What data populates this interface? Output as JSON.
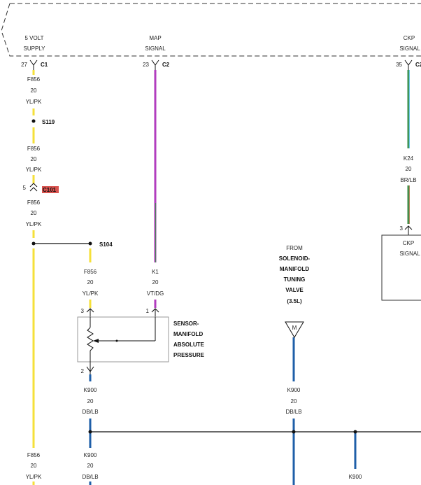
{
  "pcm_header": {
    "five_volt_line1": "5 VOLT",
    "five_volt_line2": "SUPPLY",
    "map_line1": "MAP",
    "map_line2": "SIGNAL",
    "ckp_line1": "CKP",
    "ckp_line2": "SIGNAL"
  },
  "pins": {
    "c1_num": "27",
    "c1_label": "C1",
    "c2_num": "23",
    "c2_label": "C2",
    "c3_num": "35",
    "c3_label": "C2"
  },
  "wires": {
    "f856_a": {
      "circuit": "F856",
      "gauge": "20",
      "color": "YL/PK"
    },
    "f856_b": {
      "circuit": "F856",
      "gauge": "20",
      "color": "YL/PK"
    },
    "f856_c": {
      "circuit": "F856",
      "gauge": "20",
      "color": "YL/PK"
    },
    "f856_d": {
      "circuit": "F856",
      "gauge": "20",
      "color": "YL/PK"
    },
    "f856_e": {
      "circuit": "F856",
      "gauge": "20",
      "color": "YL/PK"
    },
    "k1": {
      "circuit": "K1",
      "gauge": "20",
      "color": "VT/DG"
    },
    "k24": {
      "circuit": "K24",
      "gauge": "20",
      "color": "BR/LB"
    },
    "k900_a": {
      "circuit": "K900",
      "gauge": "20",
      "color": "DB/LB"
    },
    "k900_b": {
      "circuit": "K900",
      "gauge": "20",
      "color": "DB/LB"
    },
    "k900_c": {
      "circuit": "K900",
      "gauge": "20",
      "color": "DB/LB"
    },
    "k900_d": {
      "circuit": "K900"
    }
  },
  "splices": {
    "s119": "S119",
    "s104": "S104"
  },
  "connectors": {
    "c101_num": "5",
    "c101_label": "C101",
    "map_pin3": "3",
    "map_pin1": "1",
    "map_pin2": "2",
    "ckp_pin": "3"
  },
  "sensor_label": [
    "SENSOR-",
    "MANIFOLD",
    "ABSOLUTE",
    "PRESSURE"
  ],
  "ckp_box": {
    "line1": "CKP",
    "line2": "SIGNAL"
  },
  "from_label": [
    "FROM",
    "SOLENOID-",
    "MANIFOLD",
    "TUNING",
    "VALVE",
    "(3.5L)"
  ],
  "component_symbol": "M",
  "colors": {
    "yellow": "#f5e03a",
    "violet": "#b23dbf",
    "dark_green": "#3d8f4a",
    "brown": "#9b6a3a",
    "light_blue": "#49b8e0",
    "dark_blue": "#1f5fa8",
    "highlight": "#d9534f"
  }
}
